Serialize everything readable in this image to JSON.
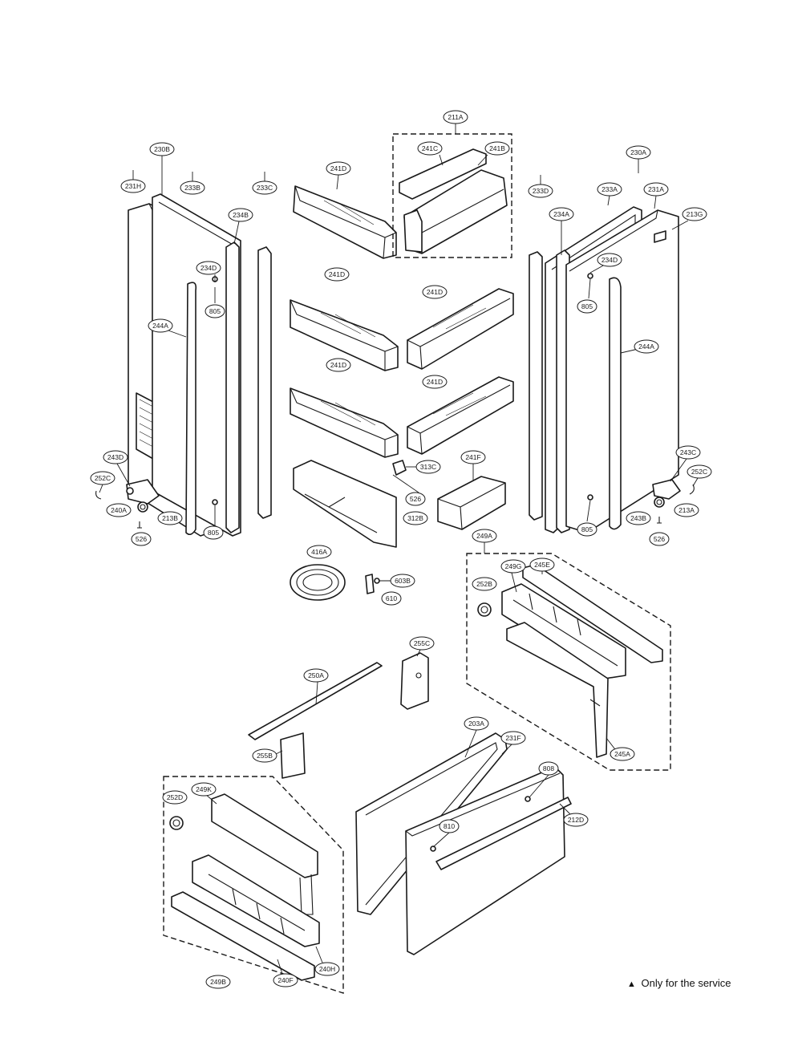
{
  "callouts": {
    "c211A": "211A",
    "c230B": "230B",
    "c231H": "231H",
    "c233B": "233B",
    "c234B": "234B",
    "c233C": "233C",
    "c241D_1": "241D",
    "c241C": "241C",
    "c241B": "241B",
    "c233D": "233D",
    "c230A": "230A",
    "c233A": "233A",
    "c231A": "231A",
    "c234A": "234A",
    "c213G": "213G",
    "c234D_L": "234D",
    "c234D_R": "234D",
    "c805_1": "805",
    "c805_2": "805",
    "c805_3": "805",
    "c805_4": "805",
    "c244A_L": "244A",
    "c244A_R": "244A",
    "c241D_2": "241D",
    "c241D_3": "241D",
    "c241D_4": "241D",
    "c241D_5": "241D",
    "c243D": "243D",
    "c243C": "243C",
    "c252C_L": "252C",
    "c252C_R": "252C",
    "c240A": "240A",
    "c213B": "213B",
    "c526_L": "526",
    "c526_R": "526",
    "c313C": "313C",
    "c526_M": "526",
    "c312B": "312B",
    "c241F": "241F",
    "c243B": "243B",
    "c213A": "213A",
    "c249A": "249A",
    "c416A": "416A",
    "c603B": "603B",
    "c610": "610",
    "c249G": "249G",
    "c245E": "245E",
    "c252B": "252B",
    "c250A": "250A",
    "c255C": "255C",
    "c245A": "245A",
    "c203A": "203A",
    "c231F": "231F",
    "c808": "808",
    "c255B": "255B",
    "c212D": "212D",
    "c810": "810",
    "c252D": "252D",
    "c249K": "249K",
    "c240H": "240H",
    "c240F": "240F",
    "c249B": "249B"
  },
  "footnote": {
    "marker": "▲",
    "text": "Only for the service"
  }
}
